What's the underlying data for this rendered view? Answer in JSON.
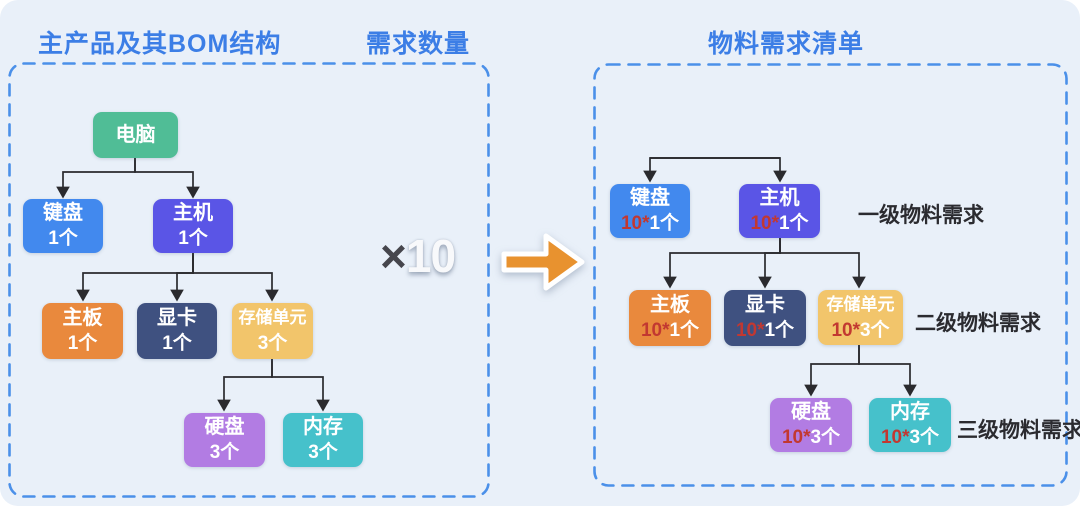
{
  "titles": {
    "left": "主产品及其BOM结构",
    "middle": "需求数量",
    "right": "物料需求清单"
  },
  "multiplier": {
    "times_sign": "×",
    "value": "10"
  },
  "left_tree": {
    "root": {
      "label": "电脑"
    },
    "nodes": [
      {
        "label": "键盘",
        "qty": "1个"
      },
      {
        "label": "主机",
        "qty": "1个"
      },
      {
        "label": "主板",
        "qty": "1个"
      },
      {
        "label": "显卡",
        "qty": "1个"
      },
      {
        "label": "存储单元",
        "qty": "3个"
      },
      {
        "label": "硬盘",
        "qty": "3个"
      },
      {
        "label": "内存",
        "qty": "3个"
      }
    ]
  },
  "right_tree": {
    "nodes": [
      {
        "label": "键盘",
        "multiplier": "10*",
        "qty": "1个"
      },
      {
        "label": "主机",
        "multiplier": "10*",
        "qty": "1个"
      },
      {
        "label": "主板",
        "multiplier": "10*",
        "qty": "1个"
      },
      {
        "label": "显卡",
        "multiplier": "10*",
        "qty": "1个"
      },
      {
        "label": "存储单元",
        "multiplier": "10*",
        "qty": "3个"
      },
      {
        "label": "硬盘",
        "multiplier": "10*",
        "qty": "3个"
      },
      {
        "label": "内存",
        "multiplier": "10*",
        "qty": "3个"
      }
    ],
    "level_labels": [
      "一级物料需求",
      "二级物料需求",
      "三级物料需求"
    ]
  },
  "colors": {
    "background": "#E9F0F9",
    "panel_border": "#4B90E9",
    "title_text": "#3C7EE6",
    "node_green": "#50BD96",
    "node_blue": "#4289EE",
    "node_indigo": "#5A55E6",
    "node_orange": "#E9893D",
    "node_navy": "#3F5180",
    "node_yellow": "#F2C56B",
    "node_purple": "#B27CE3",
    "node_teal": "#46C1CB",
    "quantity_red": "#C23831",
    "arrow_orange": "#E8922F",
    "connector": "#2A2A2E",
    "level_label_text": "#2B2B30",
    "times_sign": "#46464D",
    "multiplier_number": "#F8F9FB"
  }
}
